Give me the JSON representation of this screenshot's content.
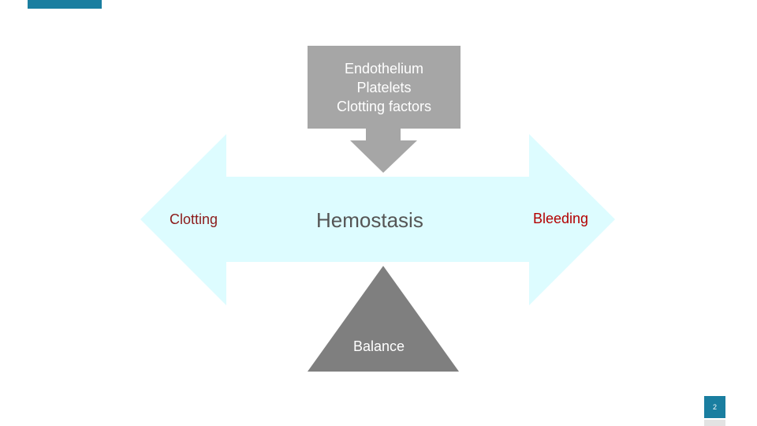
{
  "slide": {
    "inputs": [
      "Endothelium",
      "Platelets",
      "Clotting factors"
    ],
    "left_label": "Clotting",
    "center_label": "Hemostasis",
    "right_label": "Bleeding",
    "fulcrum_label": "Balance",
    "page_number": "2"
  },
  "colors": {
    "accent": "#1a7ea0",
    "arrow_fill": "#ddfcff",
    "input_box": "#a6a6a6",
    "fulcrum": "#7f7f7f",
    "clotting_text": "#8b1a1a",
    "bleeding_text": "#b30000"
  }
}
